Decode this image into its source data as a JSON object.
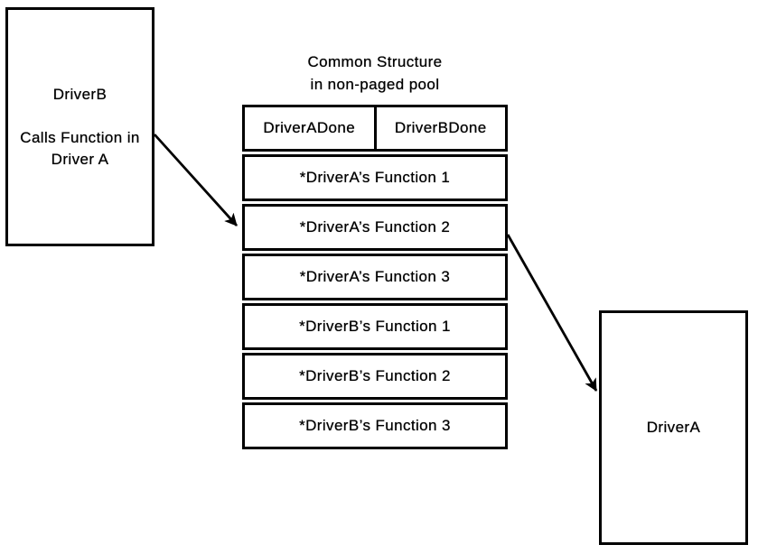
{
  "diagram": {
    "title": {
      "line1": "Common Structure",
      "line2": "in non-paged pool"
    },
    "driver_b_box": {
      "name": "DriverB",
      "caption_line1": "Calls Function in",
      "caption_line2": "Driver A"
    },
    "common_structure": {
      "header_cells": [
        "DriverADone",
        "DriverBDone"
      ],
      "rows": [
        "*DriverA’s Function 1",
        "*DriverA’s Function 2",
        "*DriverA’s Function 3",
        "*DriverB’s Function 1",
        "*DriverB’s Function 2",
        "*DriverB’s Function 3"
      ]
    },
    "driver_a_box": {
      "name": "DriverA"
    },
    "colors": {
      "ink": "#000000",
      "background": "#ffffff"
    }
  }
}
